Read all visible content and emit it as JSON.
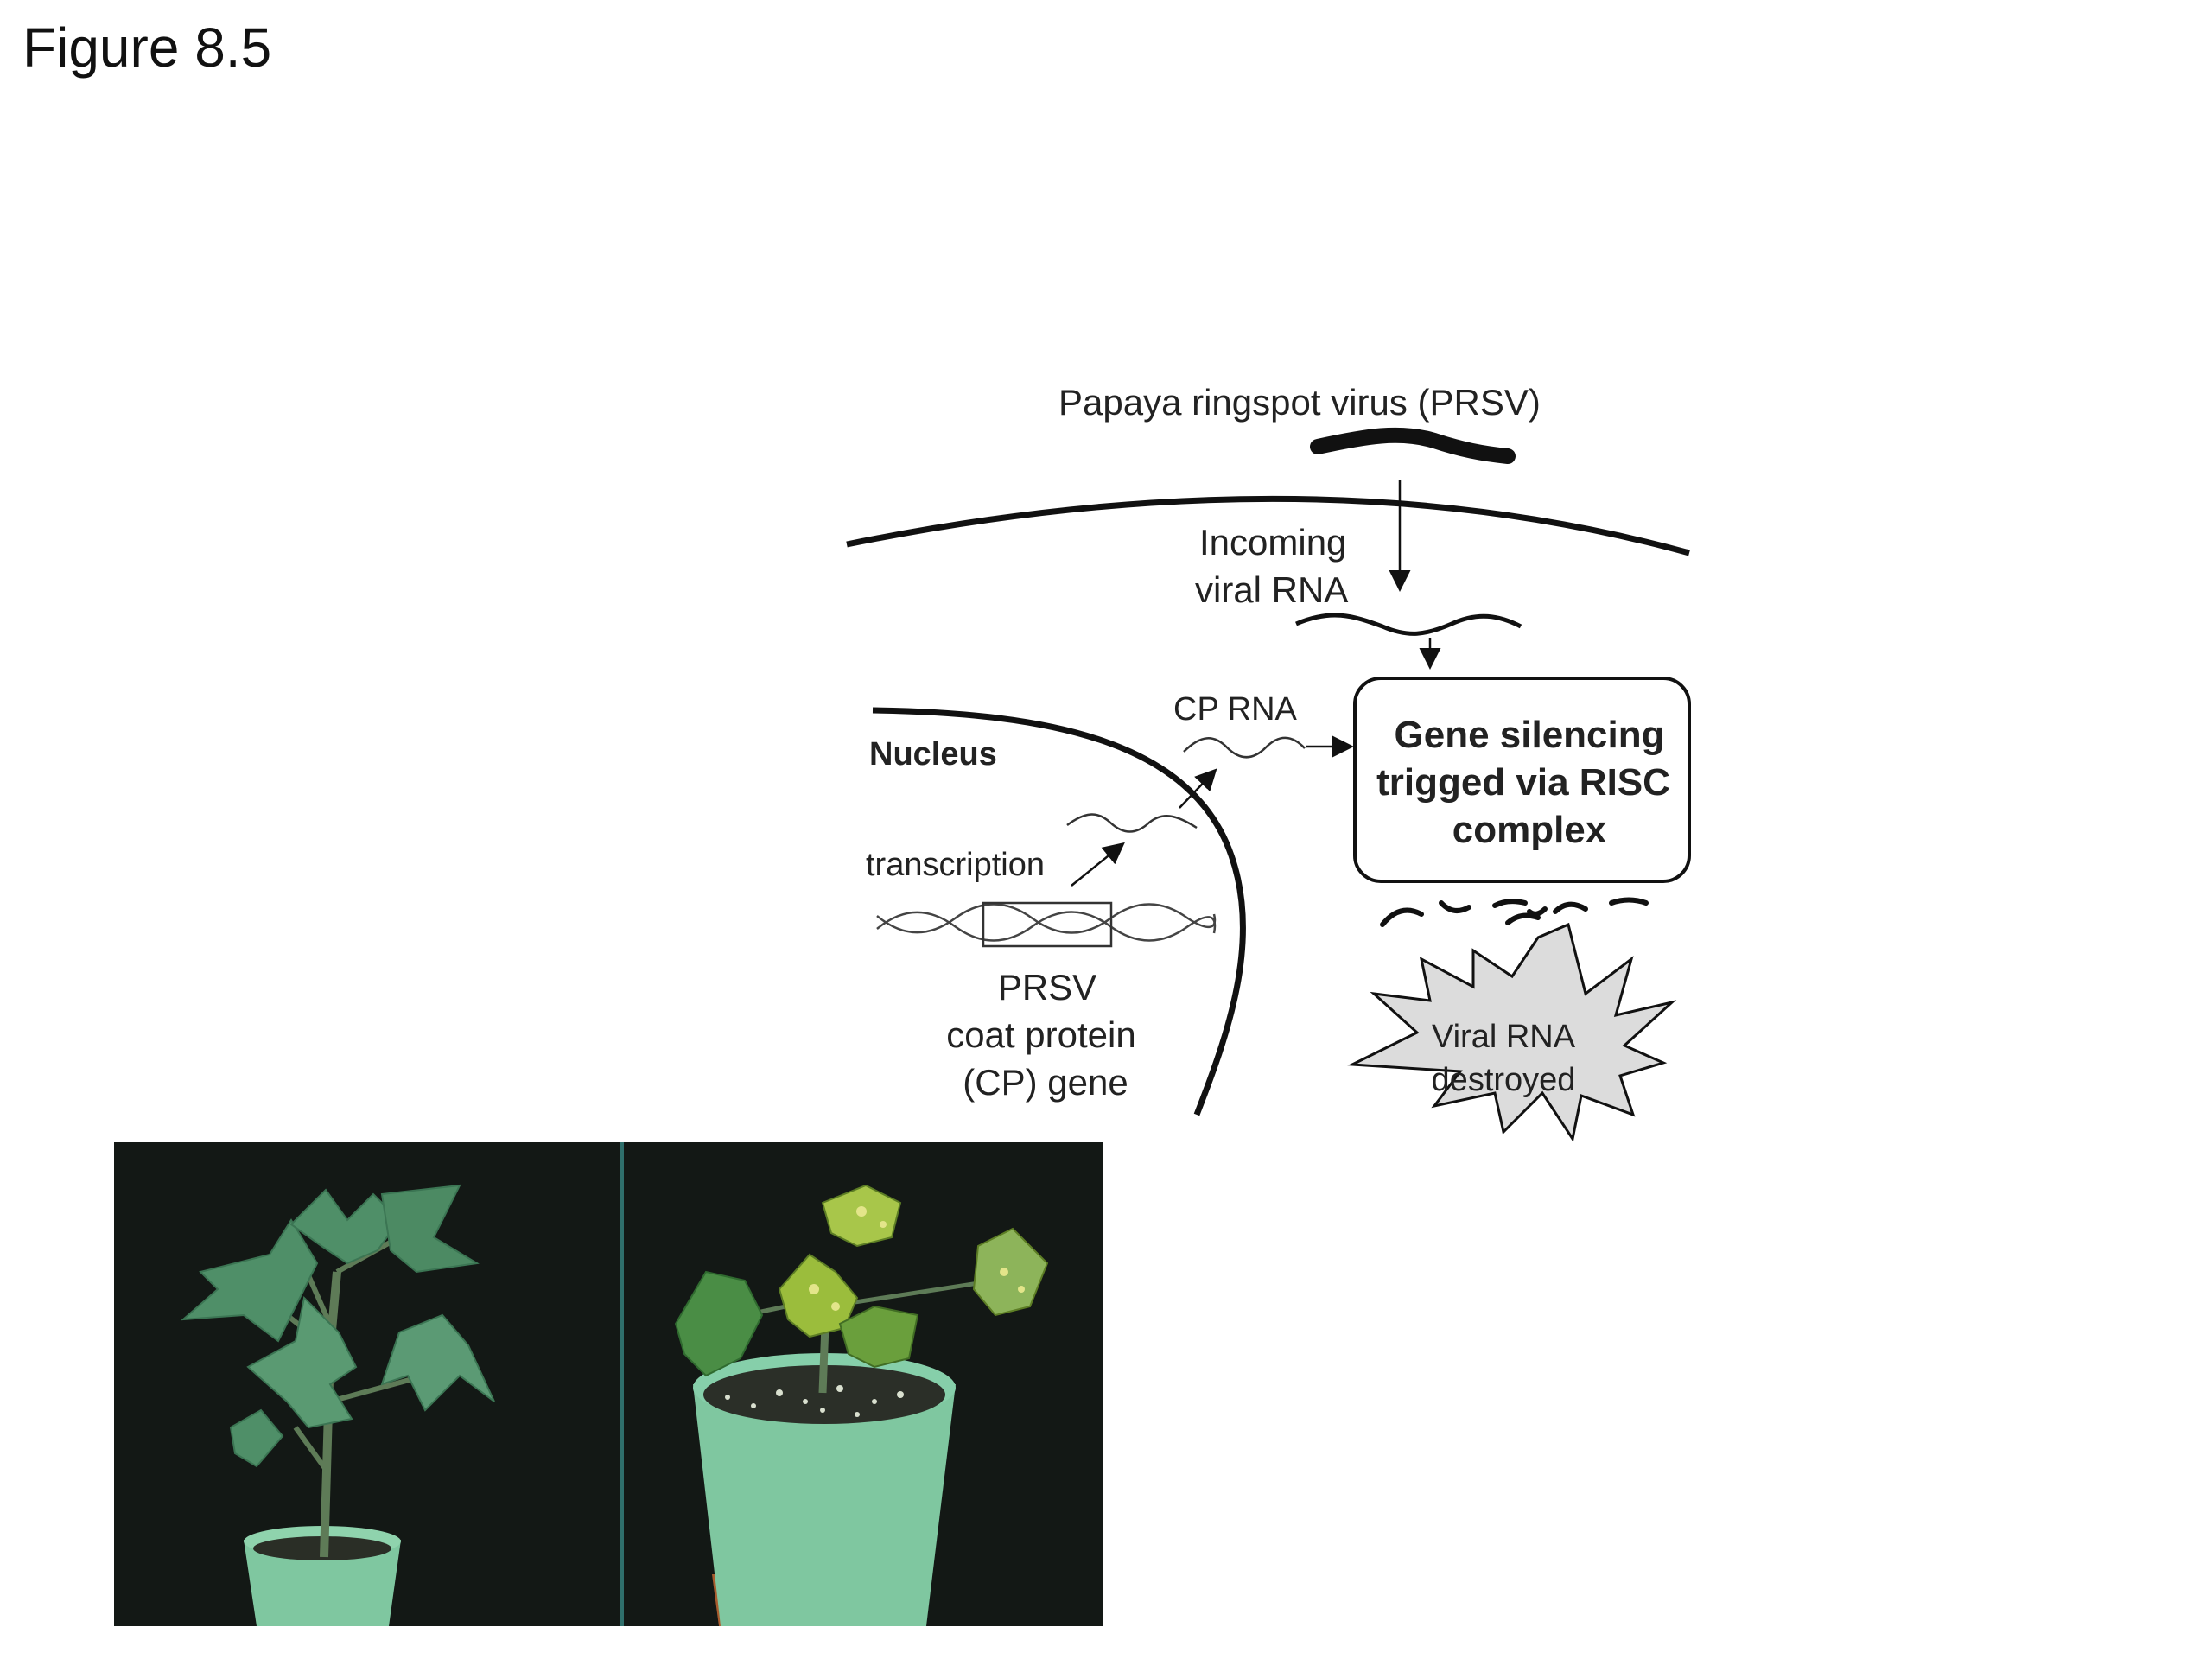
{
  "figure": {
    "title": "Figure 8.5"
  },
  "diagram": {
    "virus_label": "Papaya ringspot virus (PRSV)",
    "incoming_line1": "Incoming",
    "incoming_line2": "viral RNA",
    "cp_rna_label": "CP RNA",
    "nucleus_label": "Nucleus",
    "transcription_label": "transcription",
    "gene_line1": "PRSV",
    "gene_line2": "coat protein",
    "gene_line3": "(CP) gene",
    "silencing_line1": "Gene silencing",
    "silencing_line2": "trigged via RISC",
    "silencing_line3": "complex",
    "destroyed_line1": "Viral RNA",
    "destroyed_line2": "destroyed"
  },
  "photos": {
    "left_description_hidden": "",
    "right_description_hidden": ""
  },
  "colors": {
    "line": "#111111",
    "burst_fill": "#dcdcdc",
    "photo_bg": "#131815",
    "leaf_healthy": "#4f8f68",
    "leaf_infected": "#8fae3a",
    "pot": "#7fc7a0"
  }
}
